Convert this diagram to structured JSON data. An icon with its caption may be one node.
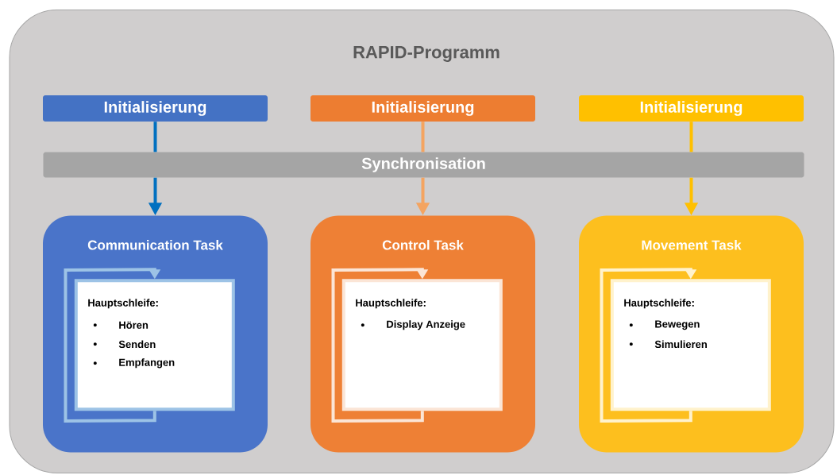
{
  "diagram": {
    "nodes": [
      {
        "text": [
          "RAPID-Programm"
        ]
      },
      {
        "text": [
          "Initialisierung"
        ],
        "in": 0
      },
      {
        "text": [
          "Initialisierung"
        ],
        "in": 0
      },
      {
        "text": [
          "Initialisierung"
        ],
        "in": 0
      },
      {
        "text": [
          "Synchronisation"
        ],
        "in": 0
      },
      {
        "text": [
          "Communication Task"
        ],
        "in": 0
      },
      {
        "text": [
          "Hauptschleife:",
          "Hören",
          "Senden",
          "Empfangen"
        ],
        "in": 5
      },
      {
        "text": [
          "Control Task"
        ],
        "in": 0
      },
      {
        "text": [
          "Hauptschleife:",
          "Display Anzeige"
        ],
        "in": 7
      },
      {
        "text": [
          "Movement Task"
        ],
        "in": 0
      },
      {
        "text": [
          "Hauptschleife:",
          "Bewegen",
          "Simulieren"
        ],
        "in": 9
      }
    ],
    "edges": [
      {
        "from": 1,
        "to": 4,
        "arrow": "none",
        "color": "#0070c0"
      },
      {
        "from": 4,
        "to": 5,
        "arrow": "to",
        "color": "#0070c0"
      },
      {
        "from": 2,
        "to": 4,
        "arrow": "none",
        "color": "#f4a460"
      },
      {
        "from": 4,
        "to": 7,
        "arrow": "to",
        "color": "#f4a460"
      },
      {
        "from": 3,
        "to": 4,
        "arrow": "none",
        "color": "#ffc000"
      },
      {
        "from": 4,
        "to": 9,
        "arrow": "to",
        "color": "#ffc000"
      },
      {
        "from": 6,
        "to": 6,
        "arrow": "to",
        "color": "#9dc3e6"
      },
      {
        "from": 8,
        "to": 8,
        "arrow": "to",
        "color": "#fbe5d6"
      },
      {
        "from": 10,
        "to": 10,
        "arrow": "to",
        "color": "#fff2cc"
      }
    ]
  }
}
